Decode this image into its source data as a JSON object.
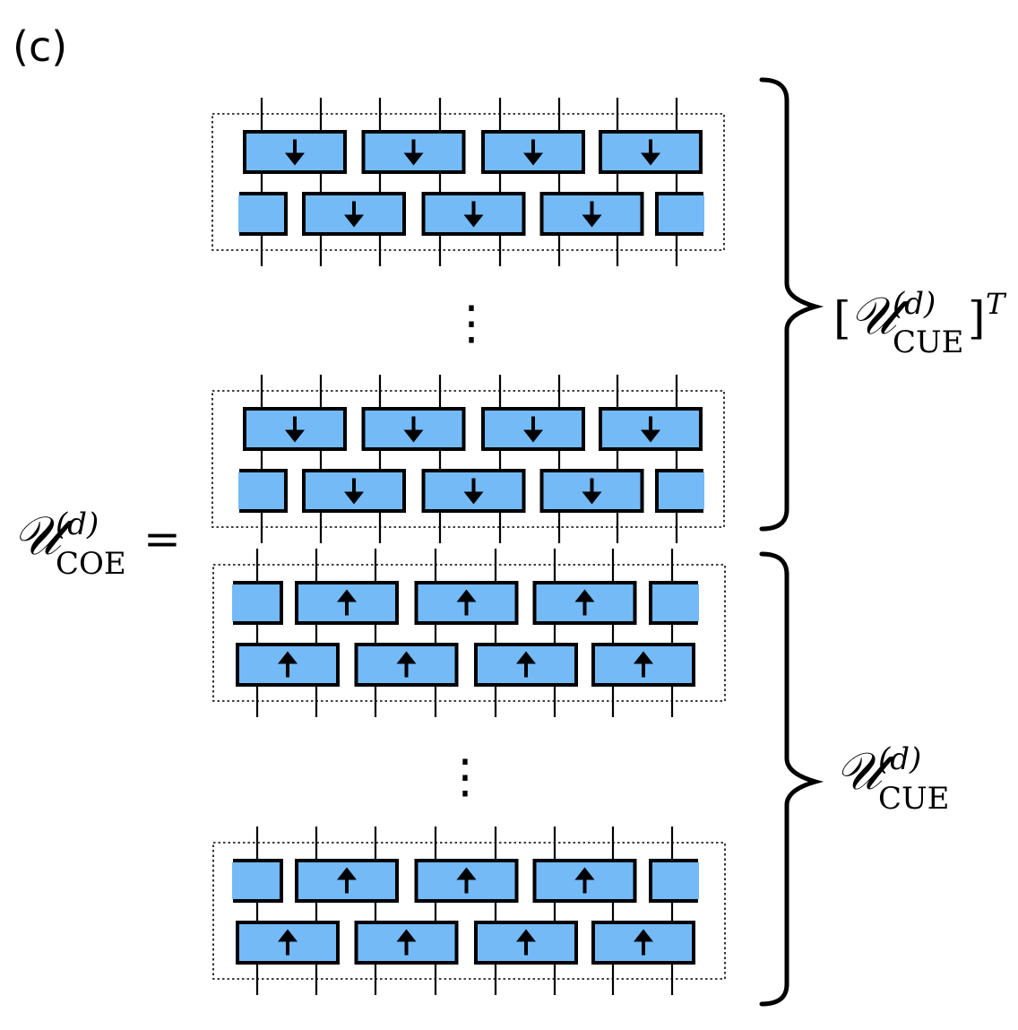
{
  "panel_label": "(c)",
  "lhs": {
    "symbol": "𝒰",
    "superscript": "(d)",
    "subscript": "COE",
    "equals": "="
  },
  "upper_group": {
    "open_bracket": "[",
    "symbol": "𝒰",
    "superscript": "(d)",
    "subscript": "CUE",
    "close_bracket": "]",
    "power": "T"
  },
  "lower_group": {
    "symbol": "𝒰",
    "superscript": "(d)",
    "subscript": "CUE"
  },
  "ellipsis": "⋮",
  "colors": {
    "gate_fill": "#73baf7",
    "gate_stroke": "#000000",
    "line": "#000000",
    "dotted_frame": "#000000"
  },
  "blocks": [
    {
      "id": "block-1",
      "arrow": "down"
    },
    {
      "id": "block-2",
      "arrow": "down"
    },
    {
      "id": "block-3",
      "arrow": "up"
    },
    {
      "id": "block-4",
      "arrow": "up"
    }
  ]
}
